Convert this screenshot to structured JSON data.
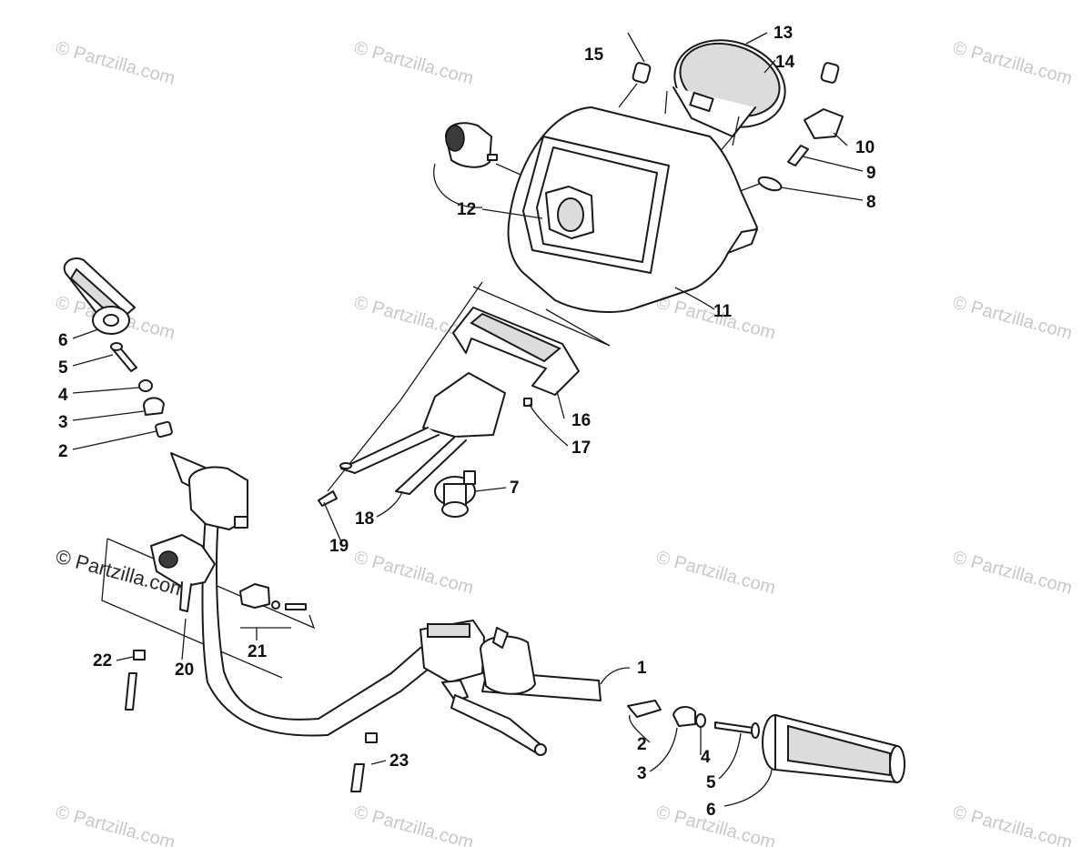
{
  "watermark": {
    "small": "© Partzilla.com",
    "main": "© Partzilla.com"
  },
  "callouts": {
    "c1": "1",
    "c2a": "2",
    "c2b": "2",
    "c3a": "3",
    "c3b": "3",
    "c4a": "4",
    "c4b": "4",
    "c5a": "5",
    "c5b": "5",
    "c6a": "6",
    "c6b": "6",
    "c7": "7",
    "c8": "8",
    "c9": "9",
    "c10": "10",
    "c11": "11",
    "c12": "12",
    "c13": "13",
    "c14": "14",
    "c15": "15",
    "c16": "16",
    "c17": "17",
    "c18": "18",
    "c19": "19",
    "c20": "20",
    "c21": "21",
    "c22": "22",
    "c23": "23"
  }
}
